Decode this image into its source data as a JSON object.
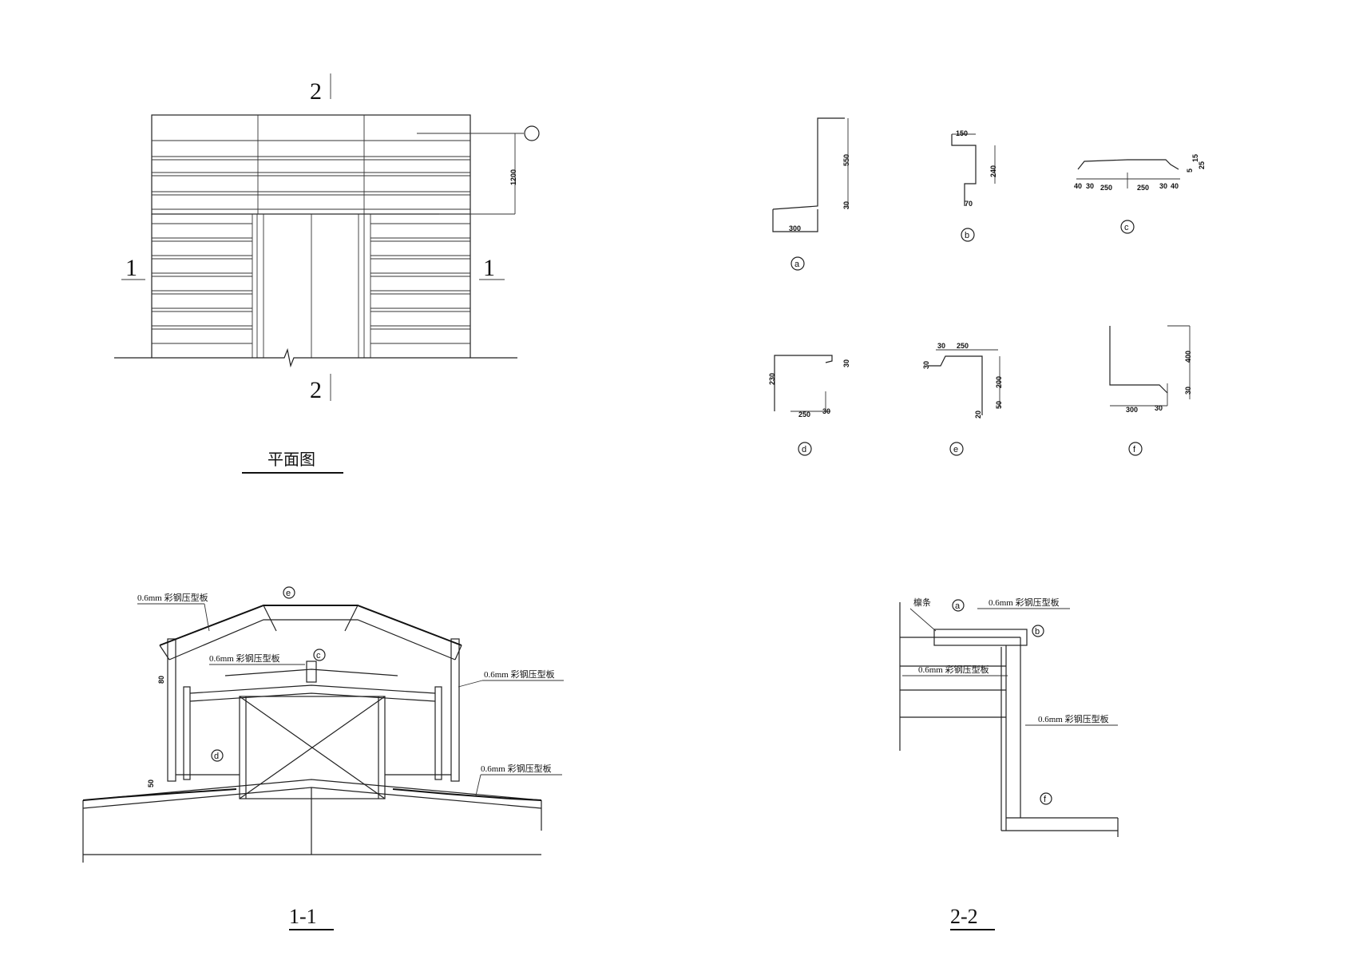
{
  "plan": {
    "title": "平面图",
    "section_mark_1": "1",
    "section_mark_2": "2",
    "dim_1200": "1200"
  },
  "profiles": {
    "a": {
      "label": "a",
      "dims": [
        "550",
        "30",
        "300"
      ]
    },
    "b": {
      "label": "b",
      "dims": [
        "150",
        "240",
        "70"
      ]
    },
    "c": {
      "label": "c",
      "dims": [
        "40",
        "30",
        "250",
        "250",
        "30",
        "40",
        "5",
        "15",
        "25"
      ]
    },
    "d": {
      "label": "d",
      "dims": [
        "230",
        "250",
        "30",
        "30"
      ]
    },
    "e": {
      "label": "e",
      "dims": [
        "30",
        "250",
        "30",
        "200",
        "50",
        "20"
      ]
    },
    "f": {
      "label": "f",
      "dims": [
        "400",
        "30",
        "300",
        "30"
      ]
    }
  },
  "section_1_1": {
    "title": "1-1",
    "note_panel": "0.6mm  彩钢压型板",
    "dim_80": "80",
    "dim_50": "50",
    "detail_marks": [
      "e",
      "c",
      "d"
    ]
  },
  "section_2_2": {
    "title": "2-2",
    "note_purlin": "檩条",
    "note_panel": "0.6mm  彩钢压型板",
    "detail_marks": [
      "a",
      "b",
      "f"
    ]
  }
}
